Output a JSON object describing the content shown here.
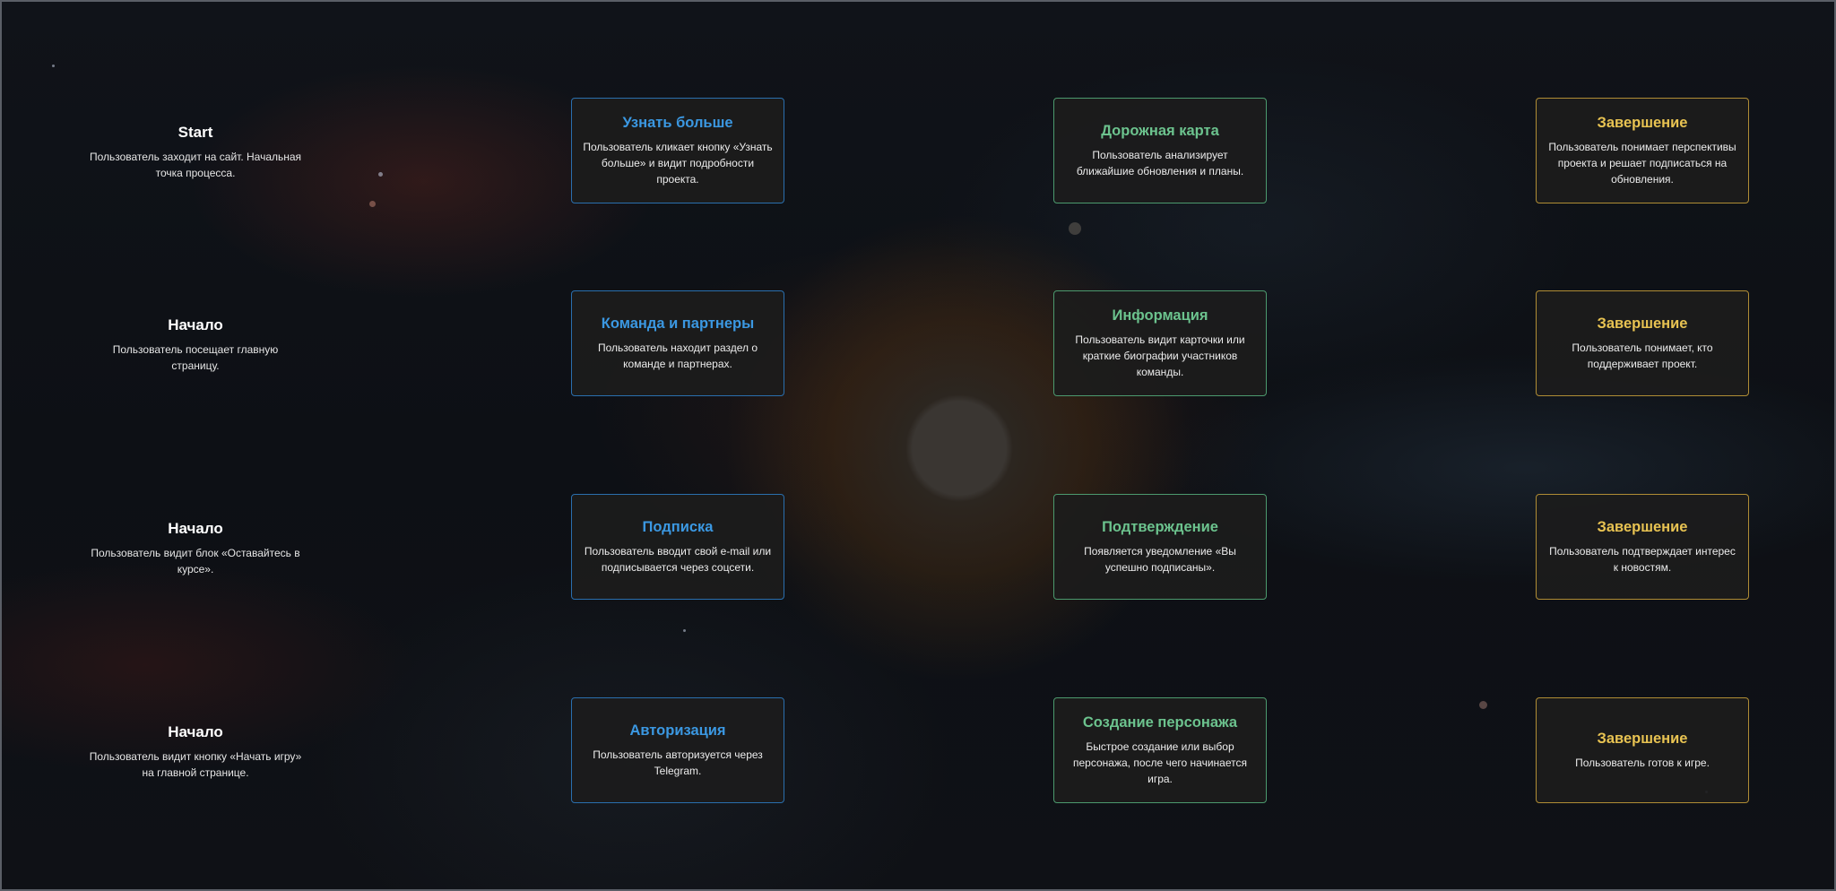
{
  "rows": [
    {
      "start": {
        "title": "Start",
        "desc": "Пользователь заходит на сайт. Начальная точка процесса."
      },
      "step1": {
        "title": "Узнать больше",
        "desc": "Пользователь кликает кнопку «Узнать больше» и видит подробности проекта."
      },
      "step2": {
        "title": "Дорожная карта",
        "desc": "Пользователь анализирует ближайшие обновления и планы."
      },
      "end": {
        "title": "Завершение",
        "desc": "Пользователь понимает перспективы проекта и решает подписаться на обновления."
      }
    },
    {
      "start": {
        "title": "Начало",
        "desc": "Пользователь посещает главную страницу."
      },
      "step1": {
        "title": "Команда и партнеры",
        "desc": "Пользователь находит раздел о команде и партнерах."
      },
      "step2": {
        "title": "Информация",
        "desc": "Пользователь видит карточки или краткие биографии участников команды."
      },
      "end": {
        "title": "Завершение",
        "desc": "Пользователь понимает, кто поддерживает проект."
      }
    },
    {
      "start": {
        "title": "Начало",
        "desc": "Пользователь видит блок «Оставайтесь в курсе»."
      },
      "step1": {
        "title": "Подписка",
        "desc": "Пользователь вводит свой e-mail или подписывается через соцсети."
      },
      "step2": {
        "title": "Подтверждение",
        "desc": "Появляется уведомление «Вы успешно подписаны»."
      },
      "end": {
        "title": "Завершение",
        "desc": "Пользователь подтверждает интерес к новостям."
      }
    },
    {
      "start": {
        "title": "Начало",
        "desc": "Пользователь видит кнопку «Начать игру» на главной странице."
      },
      "step1": {
        "title": "Авторизация",
        "desc": "Пользователь авторизуется через Telegram."
      },
      "step2": {
        "title": "Создание персонажа",
        "desc": "Быстрое создание или выбор персонажа, после чего начинается игра."
      },
      "end": {
        "title": "Завершение",
        "desc": "Пользователь готов к игре."
      }
    }
  ],
  "colors": {
    "step1": "#3b98e2",
    "step2": "#6cc38e",
    "end": "#e8c352"
  }
}
